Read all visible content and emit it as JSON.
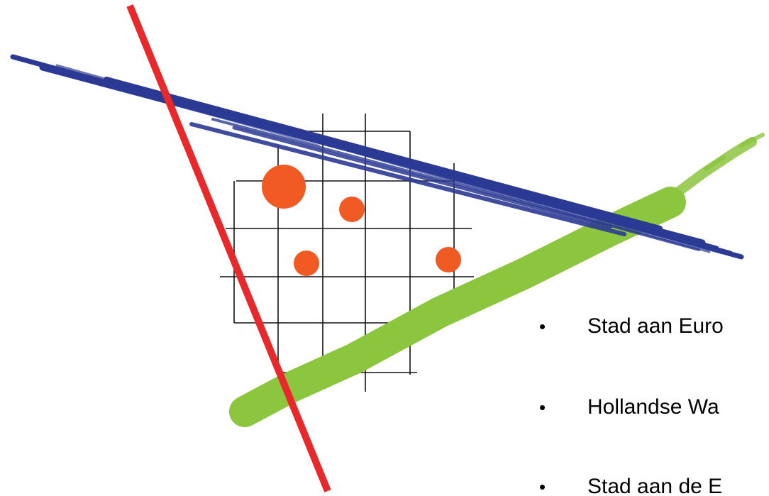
{
  "colors": {
    "red_line": "#e8282b",
    "blue_band": "#2b3a94",
    "green_band": "#8cc63f",
    "dots": "#f15a22",
    "grid": "#111111",
    "text": "#000000"
  },
  "bullets": [
    {
      "marker": "•",
      "text": "Stad aan Euro"
    },
    {
      "marker": "•",
      "text": "Hollandse Wa"
    },
    {
      "marker": "•",
      "text": "Stad aan de E"
    }
  ]
}
